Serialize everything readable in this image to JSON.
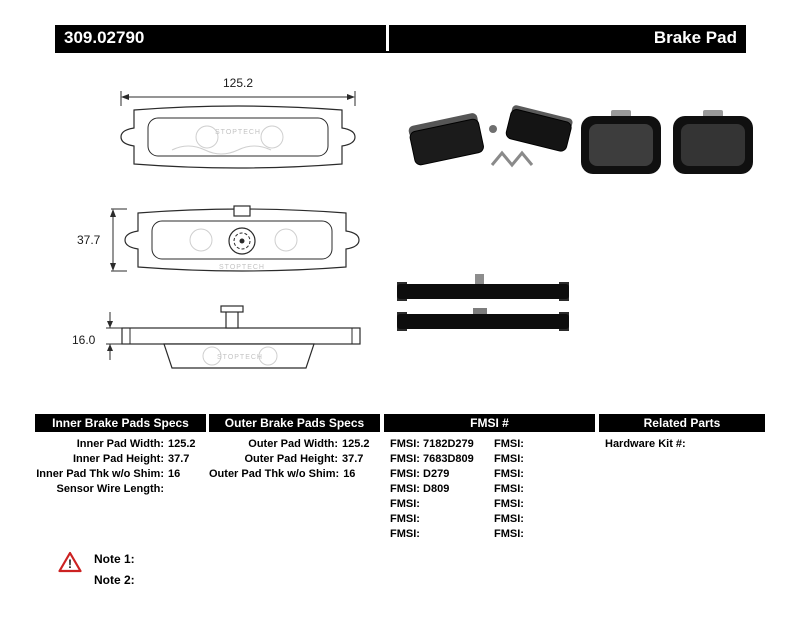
{
  "header": {
    "part_number": "309.02790",
    "product_label": "Brake Pad"
  },
  "drawings": {
    "width_dim": "125.2",
    "height_dim": "37.7",
    "thickness_dim": "16.0",
    "watermark": "STOPTECH"
  },
  "specs": {
    "inner": {
      "title": "Inner Brake Pads Specs",
      "rows": [
        {
          "label": "Inner Pad Width:",
          "value": "125.2"
        },
        {
          "label": "Inner Pad Height:",
          "value": "37.7"
        },
        {
          "label": "Inner Pad Thk w/o Shim:",
          "value": "16"
        },
        {
          "label": "Sensor Wire Length:",
          "value": ""
        }
      ]
    },
    "outer": {
      "title": "Outer Brake Pads Specs",
      "rows": [
        {
          "label": "Outer Pad Width:",
          "value": "125.2"
        },
        {
          "label": "Outer Pad Height:",
          "value": "37.7"
        },
        {
          "label": "Outer Pad Thk w/o Shim:",
          "value": "16"
        }
      ]
    },
    "fmsi": {
      "title": "FMSI #",
      "rows": [
        {
          "c1_label": "FMSI:",
          "c1_value": "7182D279",
          "c2_label": "FMSI:",
          "c2_value": ""
        },
        {
          "c1_label": "FMSI:",
          "c1_value": "7683D809",
          "c2_label": "FMSI:",
          "c2_value": ""
        },
        {
          "c1_label": "FMSI:",
          "c1_value": "D279",
          "c2_label": "FMSI:",
          "c2_value": ""
        },
        {
          "c1_label": "FMSI:",
          "c1_value": "D809",
          "c2_label": "FMSI:",
          "c2_value": ""
        },
        {
          "c1_label": "FMSI:",
          "c1_value": "",
          "c2_label": "FMSI:",
          "c2_value": ""
        },
        {
          "c1_label": "FMSI:",
          "c1_value": "",
          "c2_label": "FMSI:",
          "c2_value": ""
        },
        {
          "c1_label": "FMSI:",
          "c1_value": "",
          "c2_label": "FMSI:",
          "c2_value": ""
        }
      ]
    },
    "related": {
      "title": "Related Parts",
      "rows": [
        {
          "label": "Hardware Kit #:",
          "value": ""
        }
      ]
    }
  },
  "notes": {
    "warning_glyph": "!",
    "items": [
      {
        "label": "Note 1:"
      },
      {
        "label": "Note 2:"
      }
    ]
  }
}
